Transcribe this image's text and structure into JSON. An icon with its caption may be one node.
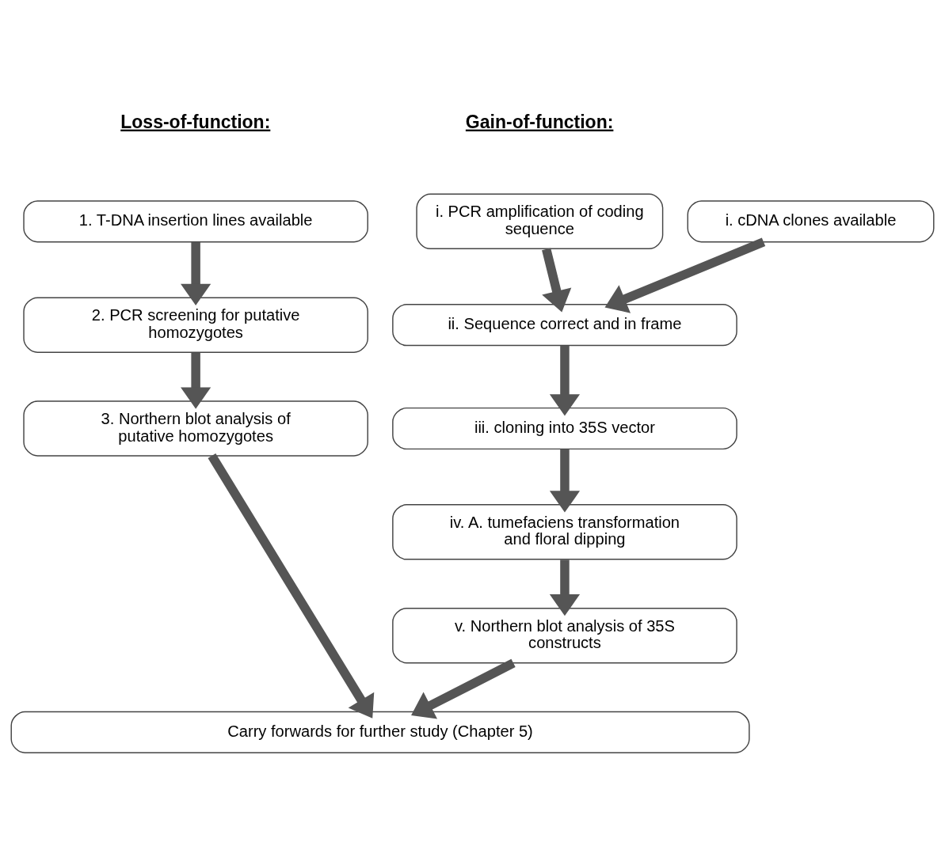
{
  "diagram": {
    "nodes": [
      {
        "text": [
          "1. T-DNA insertion lines available"
        ]
      },
      {
        "text": [
          "2. PCR screening for putative homozygotes"
        ]
      },
      {
        "text": [
          "3. Northern blot analysis of putative homozygotes"
        ]
      },
      {
        "text": [
          "i. PCR amplification of coding sequence"
        ]
      },
      {
        "text": [
          "i. cDNA clones available"
        ]
      },
      {
        "text": [
          "ii. Sequence correct and in frame"
        ]
      },
      {
        "text": [
          "iii. cloning into 35S vector"
        ]
      },
      {
        "text": [
          "iv. A. tumefaciens transformation and floral dipping"
        ]
      },
      {
        "text": [
          "v. Northern blot analysis of 35S constructs"
        ]
      },
      {
        "text": [
          "Carry forwards for further study (Chapter 5)"
        ]
      }
    ],
    "edges": [
      {
        "from": 0,
        "to": 1,
        "arrow": "to"
      },
      {
        "from": 1,
        "to": 2,
        "arrow": "to"
      },
      {
        "from": 2,
        "to": 9,
        "arrow": "to"
      },
      {
        "from": 3,
        "to": 5,
        "arrow": "to"
      },
      {
        "from": 4,
        "to": 5,
        "arrow": "to"
      },
      {
        "from": 5,
        "to": 6,
        "arrow": "to"
      },
      {
        "from": 6,
        "to": 7,
        "arrow": "to"
      },
      {
        "from": 7,
        "to": 8,
        "arrow": "to"
      },
      {
        "from": 8,
        "to": 9,
        "arrow": "to"
      }
    ],
    "labels": [
      "Loss-of-function:",
      "Gain-of-function:"
    ]
  }
}
